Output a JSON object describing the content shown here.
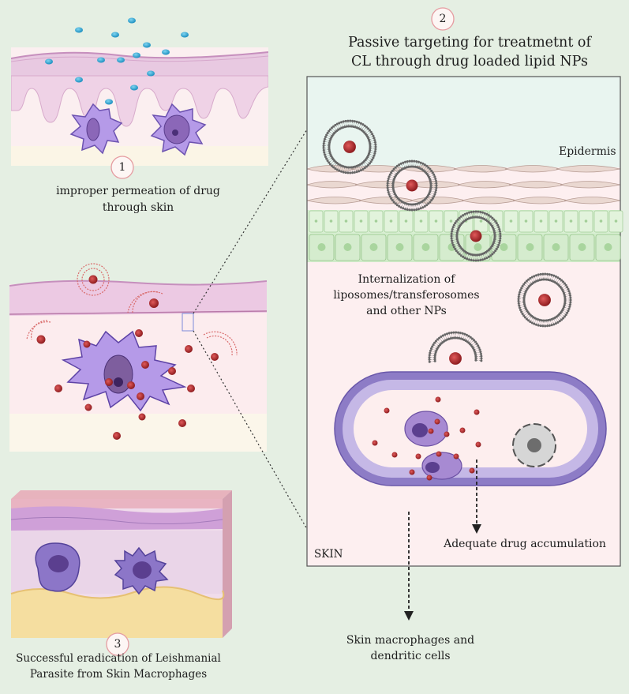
{
  "steps": [
    {
      "number": "1",
      "caption_lines": [
        "improper permeation of drug",
        "through skin"
      ]
    },
    {
      "number": "2",
      "caption_lines": [
        "Passive targeting for treatmetnt of",
        "CL through drug loaded lipid NPs"
      ]
    },
    {
      "number": "3",
      "caption_lines": [
        "Successful eradication of Leishmanial",
        "Parasite from Skin Macrophages"
      ]
    }
  ],
  "labels": {
    "epidermis": "Epidermis",
    "internalization_lines": [
      "Internalization of",
      "liposomes/transferosomes",
      "and other NPs"
    ],
    "accumulation": "Adequate  drug accumulation",
    "skin": "SKIN",
    "macrophages_lines": [
      "Skin macrophages and",
      "dendritic cells"
    ]
  },
  "colors": {
    "background": "#e5efe3",
    "drug": "#2aa5d4",
    "drug_loaded_np": "#b0272b",
    "macrophage": "#a689d6",
    "vessel": "#7c6bb8",
    "epidermis_cells": "#e8d8d2",
    "basal_cells": "#d4eccd"
  }
}
